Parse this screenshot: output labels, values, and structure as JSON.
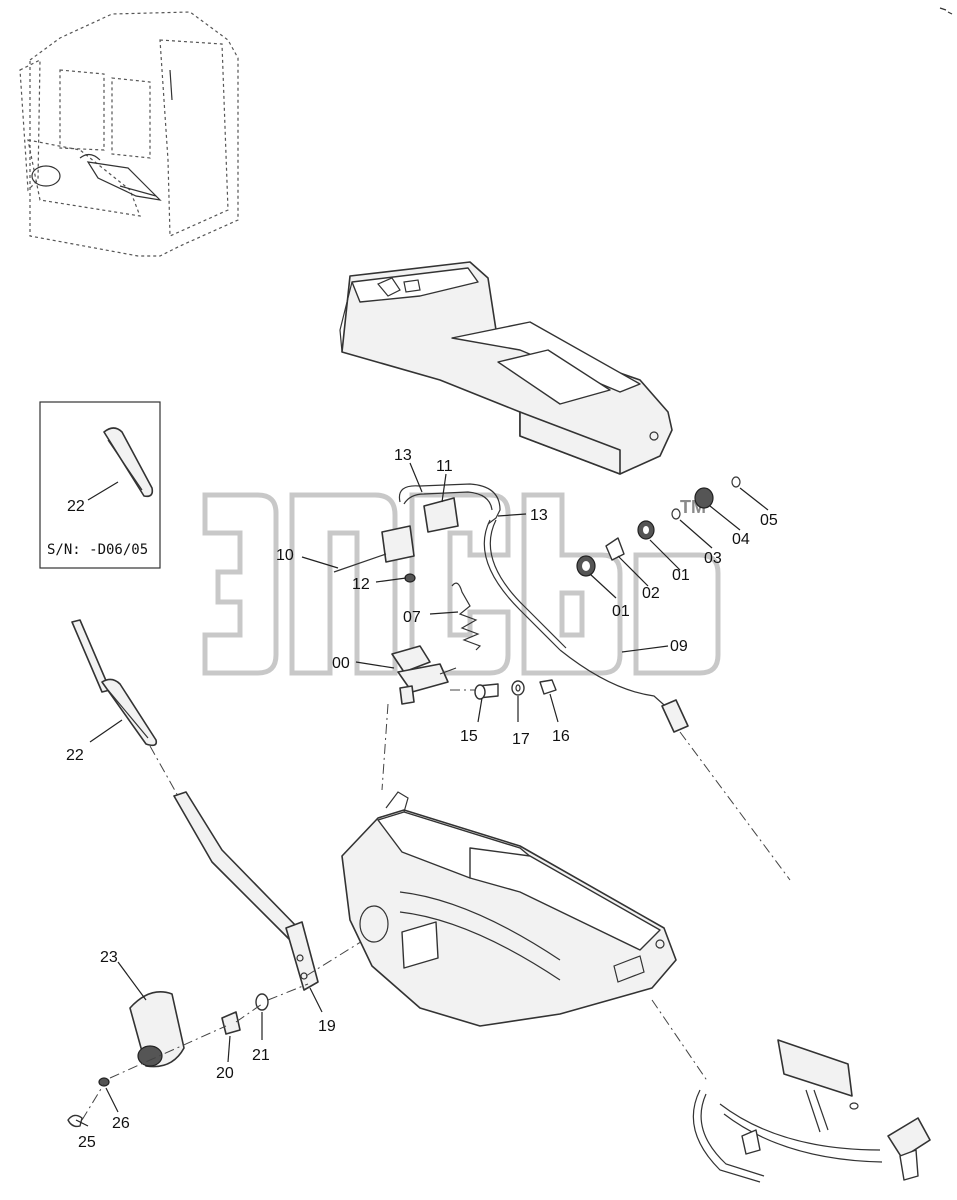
{
  "callouts": {
    "c00": "00",
    "c01a": "01",
    "c01b": "01",
    "c02": "02",
    "c03": "03",
    "c04": "04",
    "c05": "05",
    "c07": "07",
    "c09": "09",
    "c10": "10",
    "c11": "11",
    "c12": "12",
    "c13a": "13",
    "c13b": "13",
    "c15": "15",
    "c16": "16",
    "c17": "17",
    "c19": "19",
    "c20": "20",
    "c21": "21",
    "c22a": "22",
    "c22b": "22",
    "c23": "23",
    "c25": "25",
    "c26": "26"
  },
  "inset": {
    "serial_note": "S/N: -D06/05"
  },
  "watermark": {
    "trademark": "TM"
  }
}
